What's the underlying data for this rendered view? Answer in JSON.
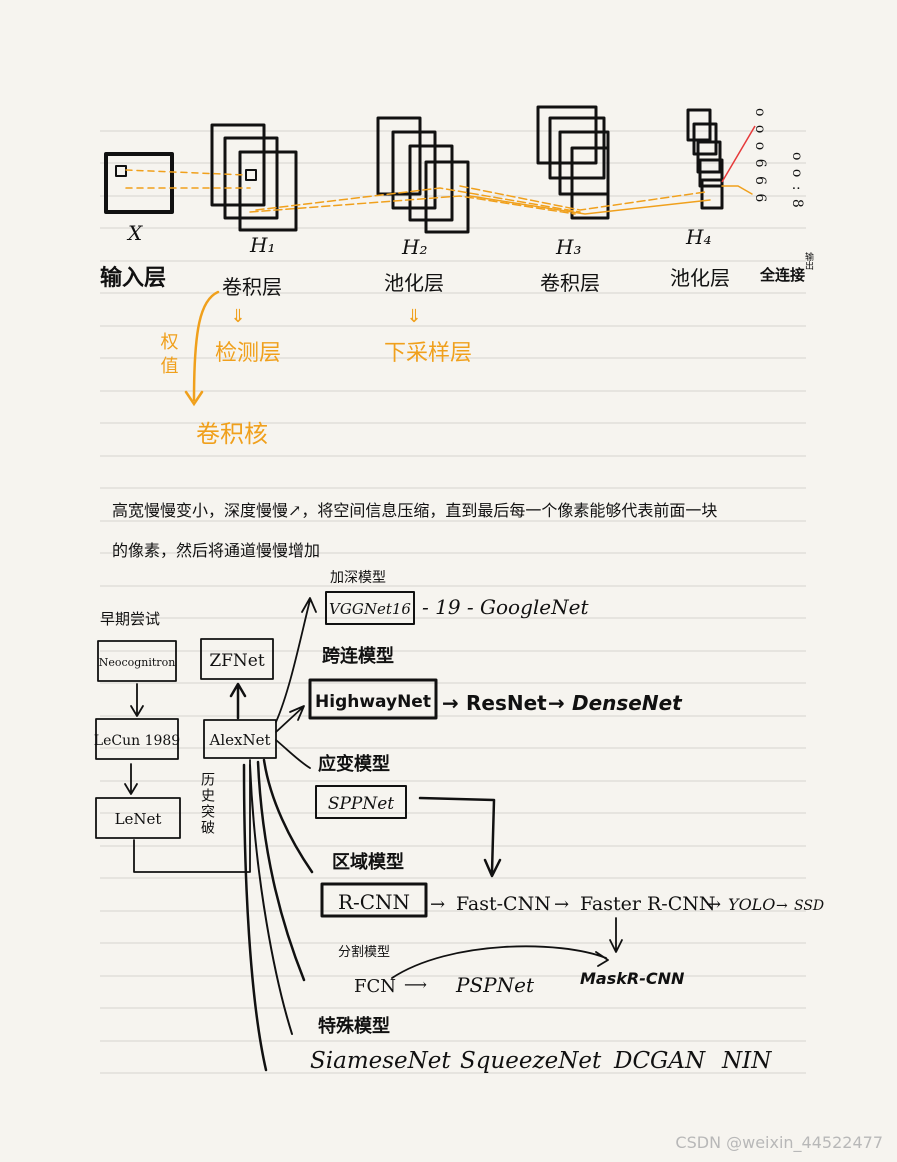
{
  "cnn_layers": {
    "input_symbol": "X",
    "layer_symbols": [
      "H₁",
      "H₂",
      "H₃",
      "H₄"
    ],
    "output_nodes_left": "o o o 6 6 6",
    "output_nodes_right": "o o : 8",
    "labels": {
      "input": "输入层",
      "conv1": "卷积层",
      "pool1": "池化层",
      "conv2": "卷积层",
      "pool2": "池化层",
      "fc": "全连接",
      "output": "输出"
    },
    "sublabels": {
      "conv": "检测层",
      "pool": "下采样层"
    },
    "weight_label": "权值",
    "kernel_label": "卷积核"
  },
  "note": {
    "line1": "高宽慢慢变小，深度慢慢↗，将空间信息压缩，直到最后每一个像素能够代表前面一块",
    "line2": "的像素，然后将通道慢慢增加"
  },
  "history": {
    "early_label": "早期尝试",
    "neocognitron": "Neocognitron",
    "lecun": "LeCun 1989",
    "lenet": "LeNet",
    "alexnet": "AlexNet",
    "zfnet": "ZFNet",
    "breakthrough": "历史突破"
  },
  "branches": {
    "deep": {
      "label": "加深模型",
      "box": "VGGNet16",
      "chain": "- 19 - GoogleNet"
    },
    "skip": {
      "label": "跨连模型",
      "box": "HighwayNet",
      "chain": [
        "ResNet",
        "DenseNet"
      ]
    },
    "adapt": {
      "label": "应变模型",
      "box": "SPPNet"
    },
    "region": {
      "label": "区域模型",
      "box": "R-CNN",
      "chain": [
        "Fast-CNN",
        "Faster R-CNN",
        "YOLO",
        "SSD"
      ]
    },
    "seg": {
      "label": "分割模型",
      "nodes": [
        "FCN",
        "PSPNet",
        "MaskR-CNN"
      ]
    },
    "special": {
      "label": "特殊模型",
      "items": [
        "SiameseNet",
        "SqueezeNet",
        "DCGAN",
        "NIN"
      ]
    }
  },
  "watermark": "CSDN @weixin_44522477"
}
